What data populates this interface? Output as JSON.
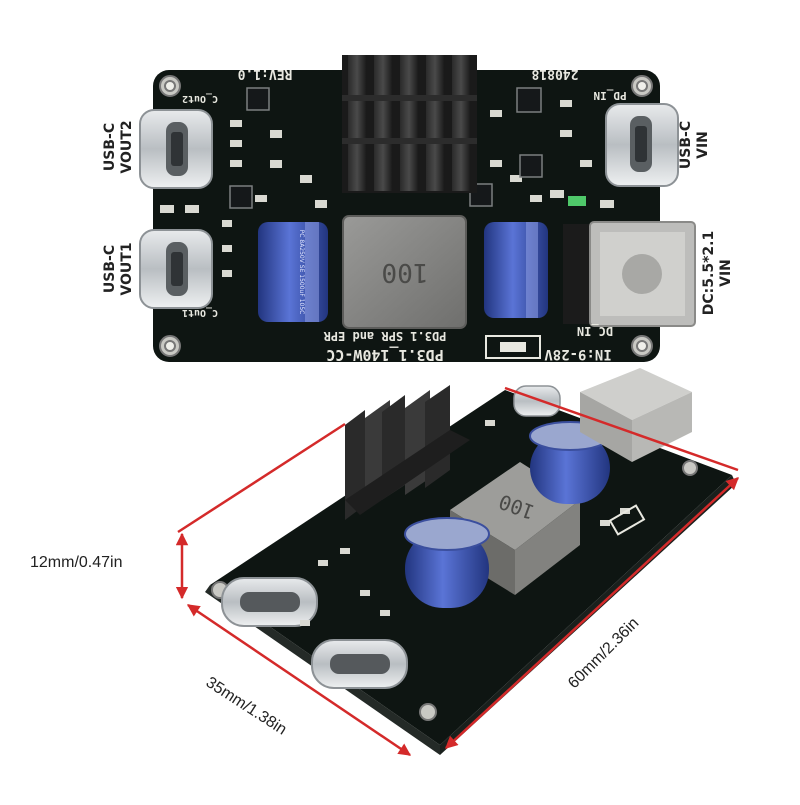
{
  "top_board": {
    "left_connectors": [
      {
        "type": "USB-C",
        "name": "VOUT2"
      },
      {
        "type": "USB-C",
        "name": "VOUT1"
      }
    ],
    "right_connectors": [
      {
        "type": "USB-C",
        "name": "VIN"
      },
      {
        "type": "DC:5.5*2.1",
        "name": "VIN"
      }
    ],
    "silkscreen": {
      "rev": "REV:1.0",
      "date": "240818",
      "pd_in": "PD_IN",
      "dc_in": "DC_IN",
      "inductor": "100",
      "title": "PD3.1_140W-CC",
      "subtitle": "PD3.1 SPR and EPR",
      "vin_range": "IN:9-28V",
      "out_1": "C_Out1",
      "out_2": "C_Out2",
      "cap_text": "PC 8A250V SE 1500uF 105C"
    },
    "colors": {
      "pcb": "#0e1512",
      "heatsink": "#1a1a1a",
      "capacitor": "#3a52b8",
      "usb": "#cfd3d6"
    }
  },
  "bottom_board": {
    "inductor": "100",
    "dimensions": {
      "height": "12mm/0.47in",
      "width": "35mm/1.38in",
      "length": "60mm/2.36in"
    },
    "colors": {
      "dimension_line": "#d42a2a"
    }
  }
}
